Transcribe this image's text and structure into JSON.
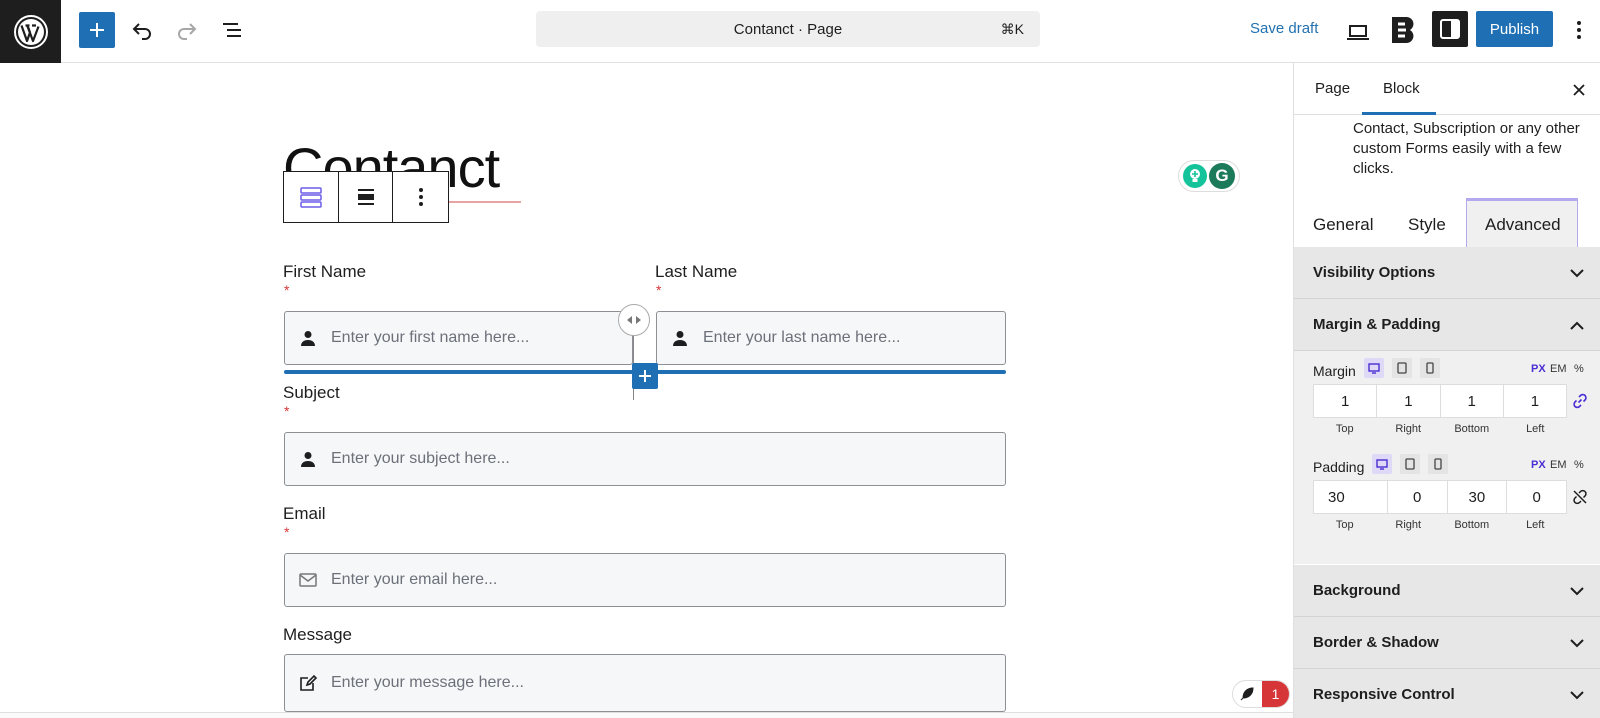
{
  "topbar": {
    "document_title": "Contanct · Page",
    "shortcut": "⌘K",
    "save_draft": "Save draft",
    "publish": "Publish"
  },
  "canvas": {
    "page_title": "Contanct",
    "fields": {
      "first_name": {
        "label": "First Name",
        "required": "*",
        "placeholder": "Enter your first name here..."
      },
      "last_name": {
        "label": "Last Name",
        "required": "*",
        "placeholder": "Enter your last name here..."
      },
      "subject": {
        "label": "Subject",
        "required": "*",
        "placeholder": "Enter your subject here..."
      },
      "email": {
        "label": "Email",
        "required": "*",
        "placeholder": "Enter your email here..."
      },
      "message": {
        "label": "Message",
        "placeholder": "Enter your message here..."
      }
    },
    "notification_count": "1"
  },
  "sidebar": {
    "tabs": [
      "Page",
      "Block"
    ],
    "active_tab": "Block",
    "description": "Contact, Subscription or any other custom Forms easily with a few clicks.",
    "sub_tabs": [
      "General",
      "Style",
      "Advanced"
    ],
    "active_sub_tab": "Advanced",
    "panels": {
      "visibility": "Visibility Options",
      "margin_padding": "Margin & Padding",
      "background": "Background",
      "border_shadow": "Border & Shadow",
      "responsive": "Responsive Control"
    },
    "margin": {
      "label": "Margin",
      "units": [
        "PX",
        "EM",
        "%"
      ],
      "active_unit": "PX",
      "values": [
        "1",
        "1",
        "1",
        "1"
      ],
      "captions": [
        "Top",
        "Right",
        "Bottom",
        "Left"
      ]
    },
    "padding": {
      "label": "Padding",
      "units": [
        "PX",
        "EM",
        "%"
      ],
      "active_unit": "PX",
      "values": [
        "30",
        "0",
        "30",
        "0"
      ],
      "captions": [
        "Top",
        "Right",
        "Bottom",
        "Left"
      ]
    }
  },
  "colors": {
    "accent": "#1f6fb5",
    "required": "#d63638",
    "unit_active": "#4b2dd3"
  }
}
